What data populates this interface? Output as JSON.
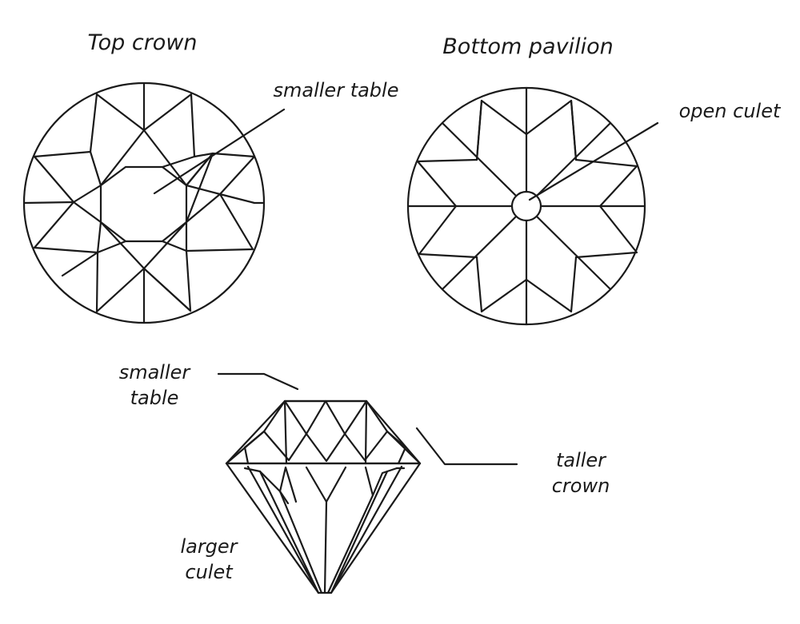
{
  "titles": {
    "top": "Top crown",
    "bottom": "Bottom pavilion"
  },
  "labels": {
    "top_table": "smaller table",
    "open_culet": "open culet",
    "side_table_line1": "smaller",
    "side_table_line2": "table",
    "taller_line1": "taller",
    "taller_line2": "crown",
    "culet_line1": "larger",
    "culet_line2": "culet"
  },
  "colors": {
    "stroke": "#1a1a1a",
    "background": "#ffffff"
  }
}
